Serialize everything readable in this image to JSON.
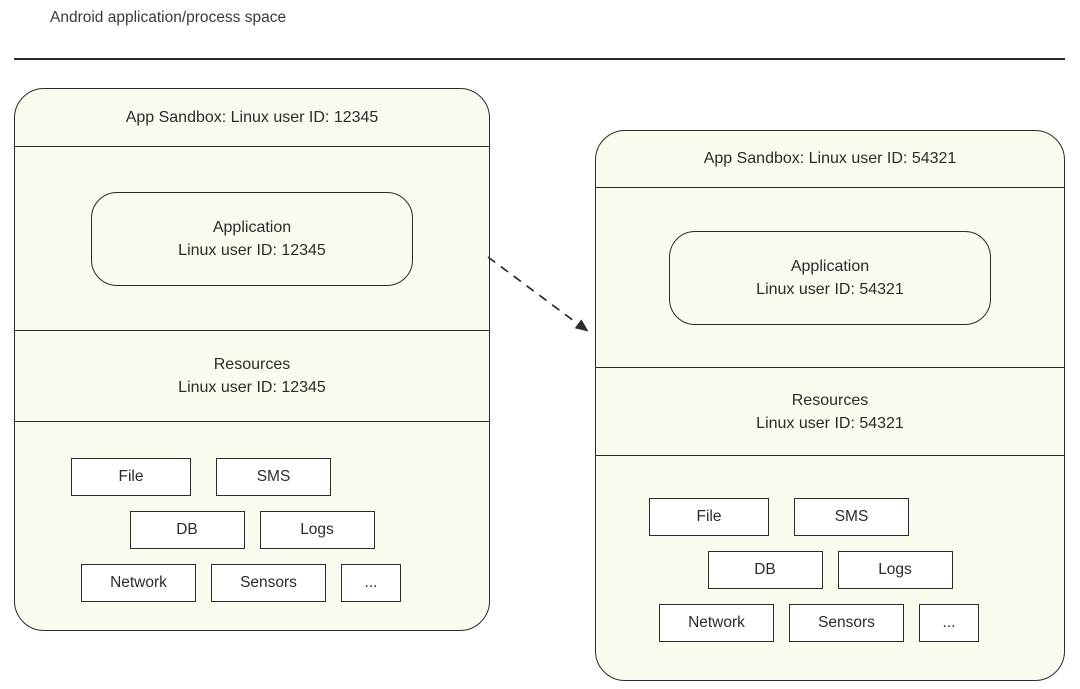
{
  "title": "Android application/process space",
  "colors": {
    "sandbox_fill": "#fbfaef",
    "inner_box_fill": "#ffffff",
    "border": "#2b2b2b",
    "text": "#2b2b2b",
    "background": "#ffffff"
  },
  "sandboxes": [
    {
      "header": "App Sandbox: Linux user ID: 12345",
      "application": {
        "line1": "Application",
        "line2": "Linux user ID: 12345"
      },
      "resources": {
        "line1": "Resources",
        "line2": "Linux user ID: 12345"
      },
      "boxes": {
        "row1": [
          "File",
          "SMS"
        ],
        "row2": [
          "DB",
          "Logs"
        ],
        "row3": [
          "Network",
          "Sensors",
          "..."
        ]
      }
    },
    {
      "header": "App Sandbox: Linux user ID: 54321",
      "application": {
        "line1": "Application",
        "line2": "Linux user ID: 54321"
      },
      "resources": {
        "line1": "Resources",
        "line2": "Linux user ID: 54321"
      },
      "boxes": {
        "row1": [
          "File",
          "SMS"
        ],
        "row2": [
          "DB",
          "Logs"
        ],
        "row3": [
          "Network",
          "Sensors",
          "..."
        ]
      }
    }
  ]
}
